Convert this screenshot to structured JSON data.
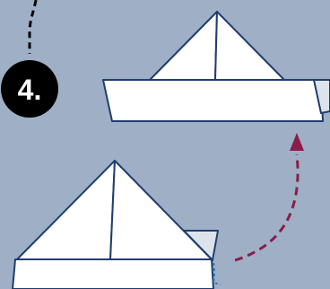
{
  "step": {
    "number": "4."
  },
  "colors": {
    "background": "#9fb0c6",
    "paper": "#ffffff",
    "paper_fold": "#dde3ea",
    "outline": "#1f3e6e",
    "step_badge": "#000000",
    "step_text": "#ffffff",
    "arrow": "#8c1c4a",
    "guide_line": "#000000",
    "fold_hint": "#2c7bb6"
  },
  "icons": {
    "step_badge": "step-number-badge",
    "arrow": "dashed-curved-arrow",
    "finished_boat": "paper-boat",
    "working_boat": "paper-boat-in-progress"
  }
}
